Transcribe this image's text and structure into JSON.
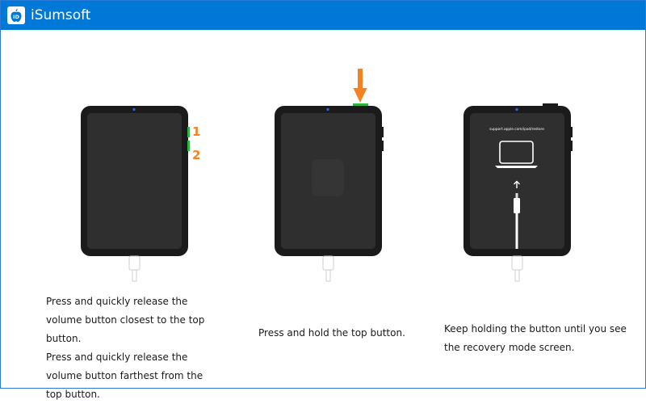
{
  "window": {
    "title": "iSumsoft",
    "icon": "isumsoft-logo-icon",
    "icon_text": "ID",
    "title_bar_color": "#0078d7",
    "accent_color": "#f58220"
  },
  "steps": [
    {
      "markers": [
        "1",
        "2"
      ],
      "captions": [
        "Press and quickly release the volume button closest to the top button.",
        "Press and quickly release the volume button farthest from the top button."
      ]
    },
    {
      "arrow_icon": "down-arrow-icon",
      "captions": [
        "Press and hold the top button."
      ]
    },
    {
      "screen_url": "support.apple.com/ipad/restore",
      "screen_icons": [
        "laptop-icon",
        "up-arrow-icon",
        "lightning-cable-icon"
      ],
      "captions": [
        "Keep holding the button until you see the recovery mode screen."
      ]
    }
  ]
}
